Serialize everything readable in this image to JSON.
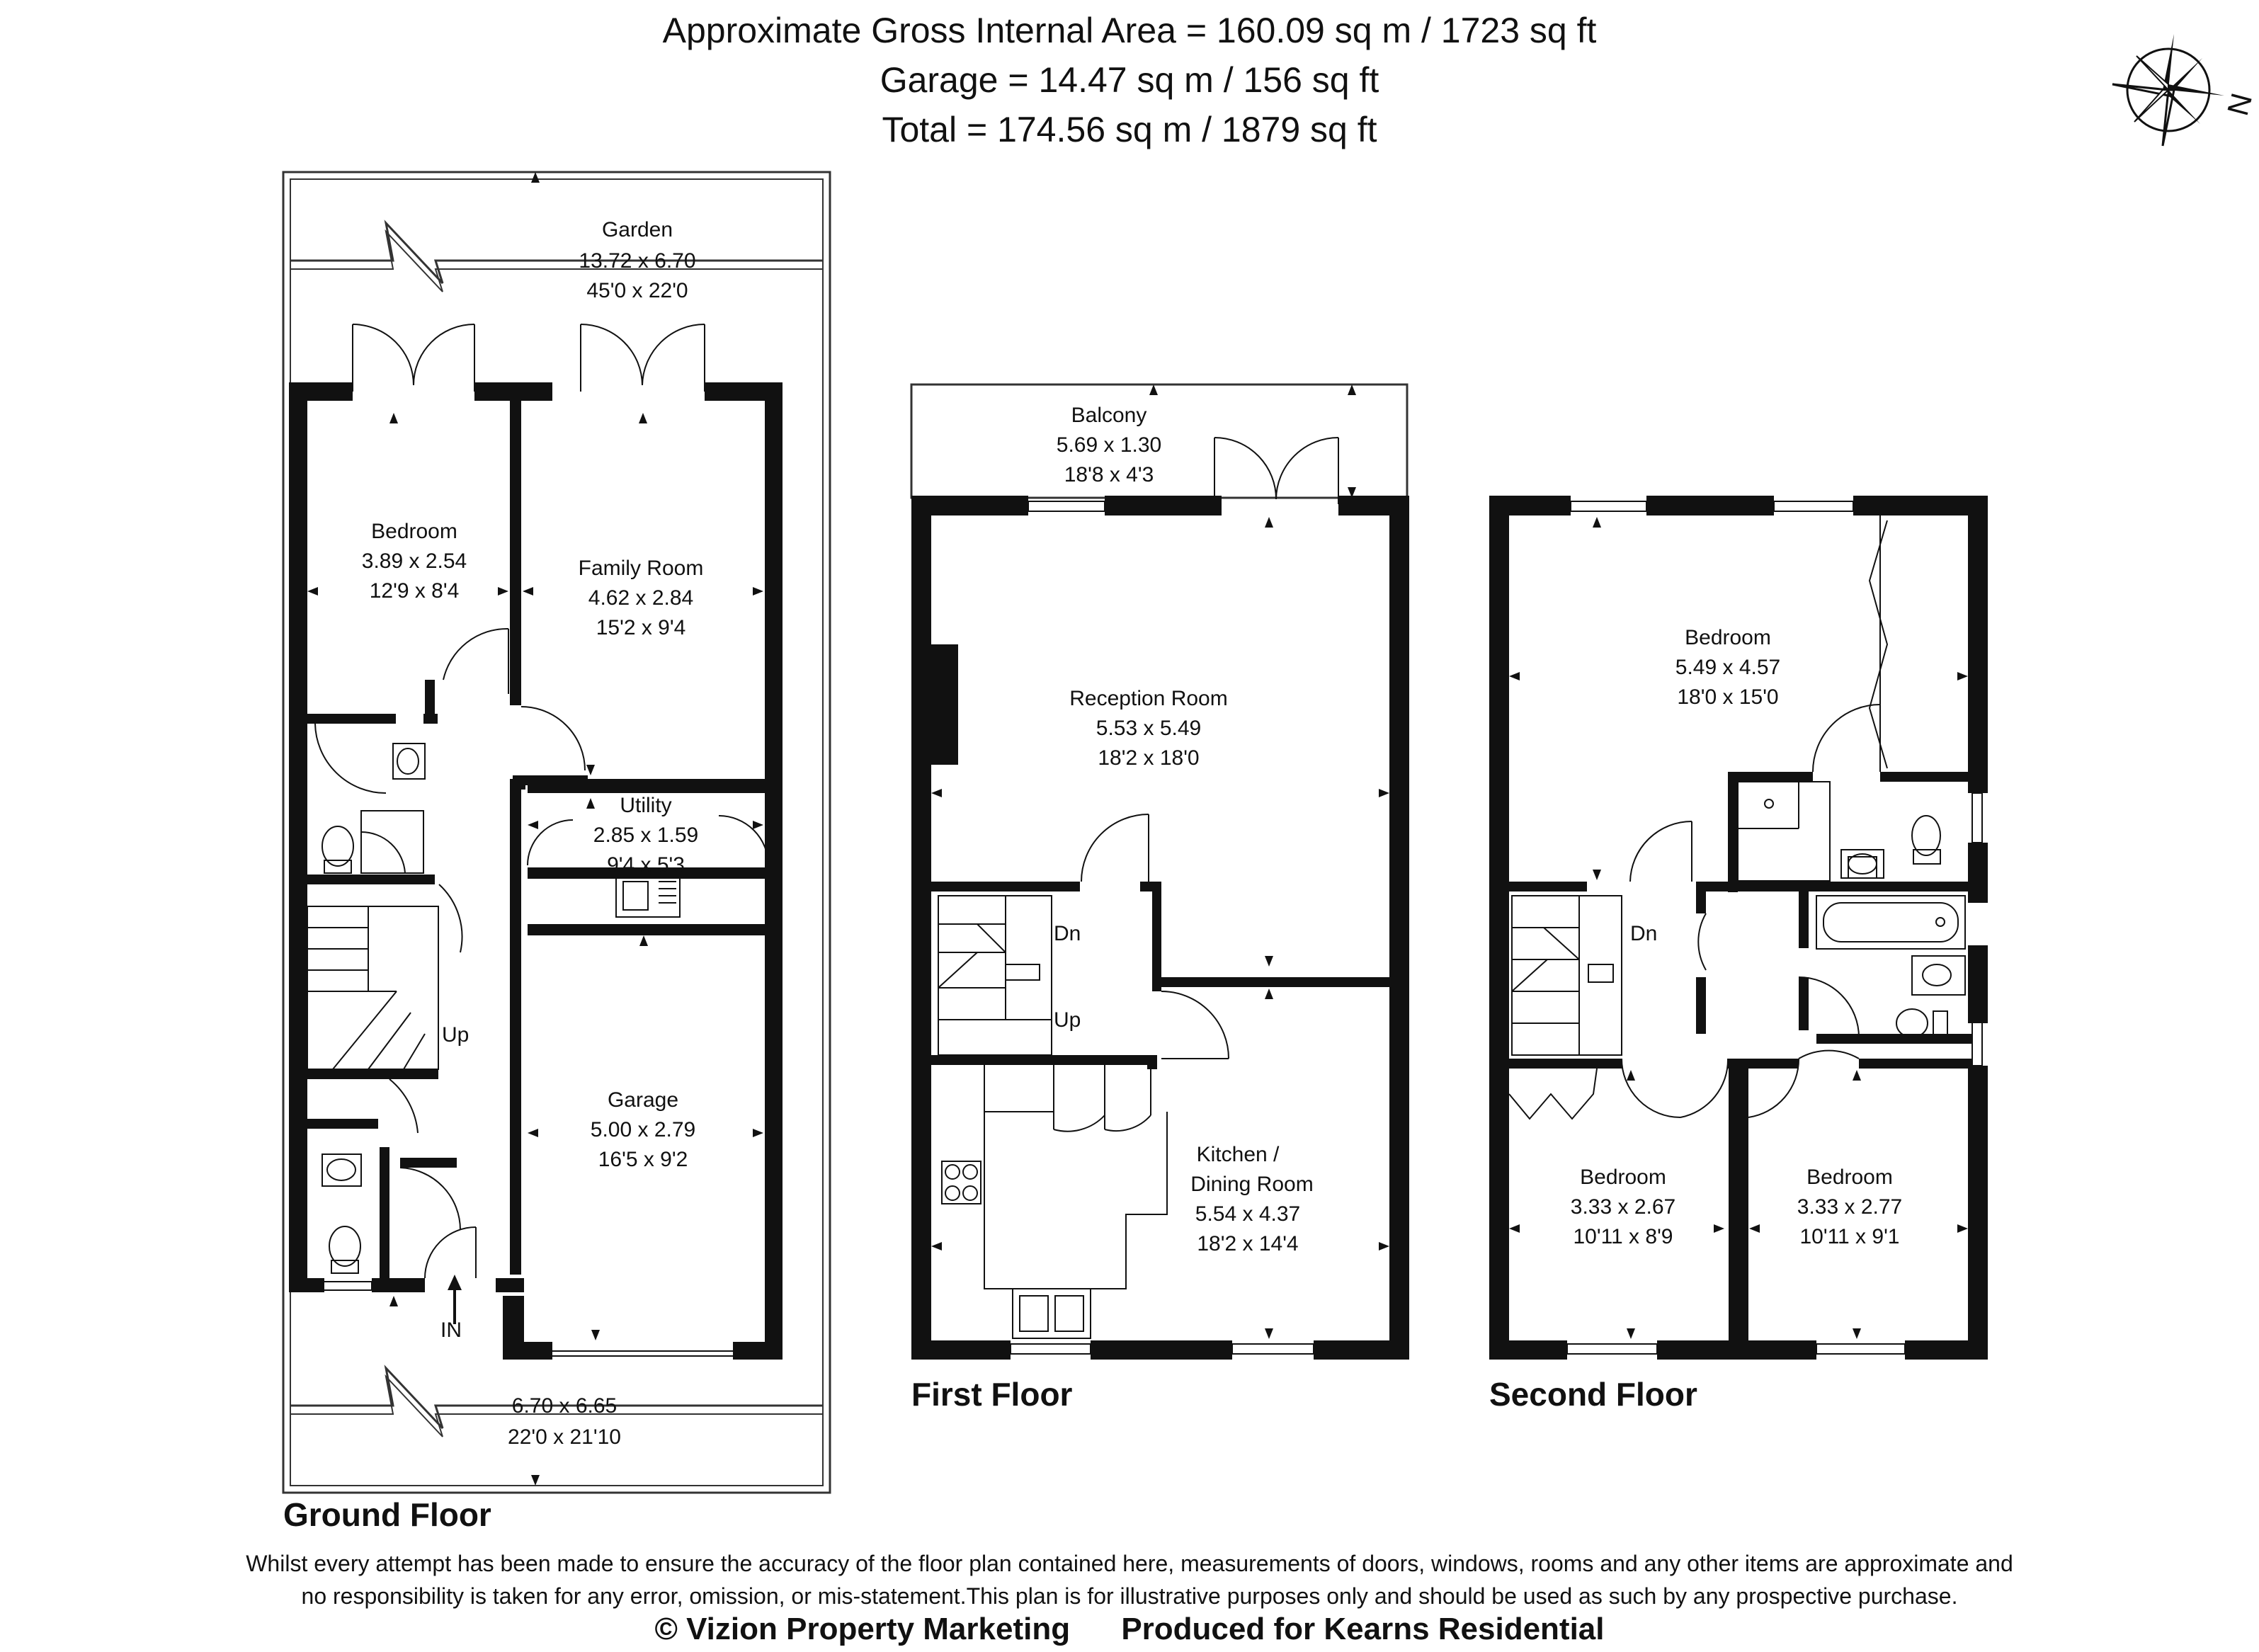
{
  "header": {
    "gross_area": "Approximate Gross Internal Area = 160.09 sq m / 1723 sq ft",
    "garage_area": "Garage = 14.47 sq m / 156 sq ft",
    "total_area": "Total = 174.56 sq m / 1879 sq ft"
  },
  "compass": {
    "north_label": "N"
  },
  "ground_floor": {
    "label": "Ground Floor",
    "garden": {
      "name": "Garden",
      "metric": "13.72 x 6.70",
      "imperial": "45'0 x 22'0"
    },
    "bedroom": {
      "name": "Bedroom",
      "metric": "3.89 x 2.54",
      "imperial": "12'9 x 8'4"
    },
    "family_room": {
      "name": "Family Room",
      "metric": "4.62 x 2.84",
      "imperial": "15'2 x 9'4"
    },
    "utility": {
      "name": "Utility",
      "metric": "2.85 x 1.59",
      "imperial": "9'4 x 5'3"
    },
    "garage": {
      "name": "Garage",
      "metric": "5.00 x 2.79",
      "imperial": "16'5 x 9'2"
    },
    "front": {
      "metric": "6.70 x 6.65",
      "imperial": "22'0 x 21'10"
    },
    "stairs_label": "Up",
    "entrance_label": "IN"
  },
  "first_floor": {
    "label": "First Floor",
    "balcony": {
      "name": "Balcony",
      "metric": "5.69 x 1.30",
      "imperial": "18'8 x 4'3"
    },
    "reception": {
      "name": "Reception Room",
      "metric": "5.53 x 5.49",
      "imperial": "18'2 x 18'0"
    },
    "kitchen": {
      "name_line1": "Kitchen /",
      "name_line2": "Dining Room",
      "metric": "5.54 x 4.37",
      "imperial": "18'2 x 14'4"
    },
    "stairs_down": "Dn",
    "stairs_up": "Up"
  },
  "second_floor": {
    "label": "Second Floor",
    "master_bedroom": {
      "name": "Bedroom",
      "metric": "5.49 x 4.57",
      "imperial": "18'0 x 15'0"
    },
    "bedroom_left": {
      "name": "Bedroom",
      "metric": "3.33 x 2.67",
      "imperial": "10'11 x 8'9"
    },
    "bedroom_right": {
      "name": "Bedroom",
      "metric": "3.33 x 2.77",
      "imperial": "10'11 x 9'1"
    },
    "stairs_down": "Dn"
  },
  "footer": {
    "disclaimer_line1": "Whilst every attempt has been made to ensure the accuracy of the floor plan contained here, measurements of doors, windows, rooms and any other items are approximate and",
    "disclaimer_line2": "no responsibility is taken for any error, omission, or mis-statement.This plan is for illustrative purposes only and should be used as such by any prospective purchase.",
    "copyright": "© Vizion Property Marketing",
    "produced_for": "Produced for Kearns Residential"
  }
}
